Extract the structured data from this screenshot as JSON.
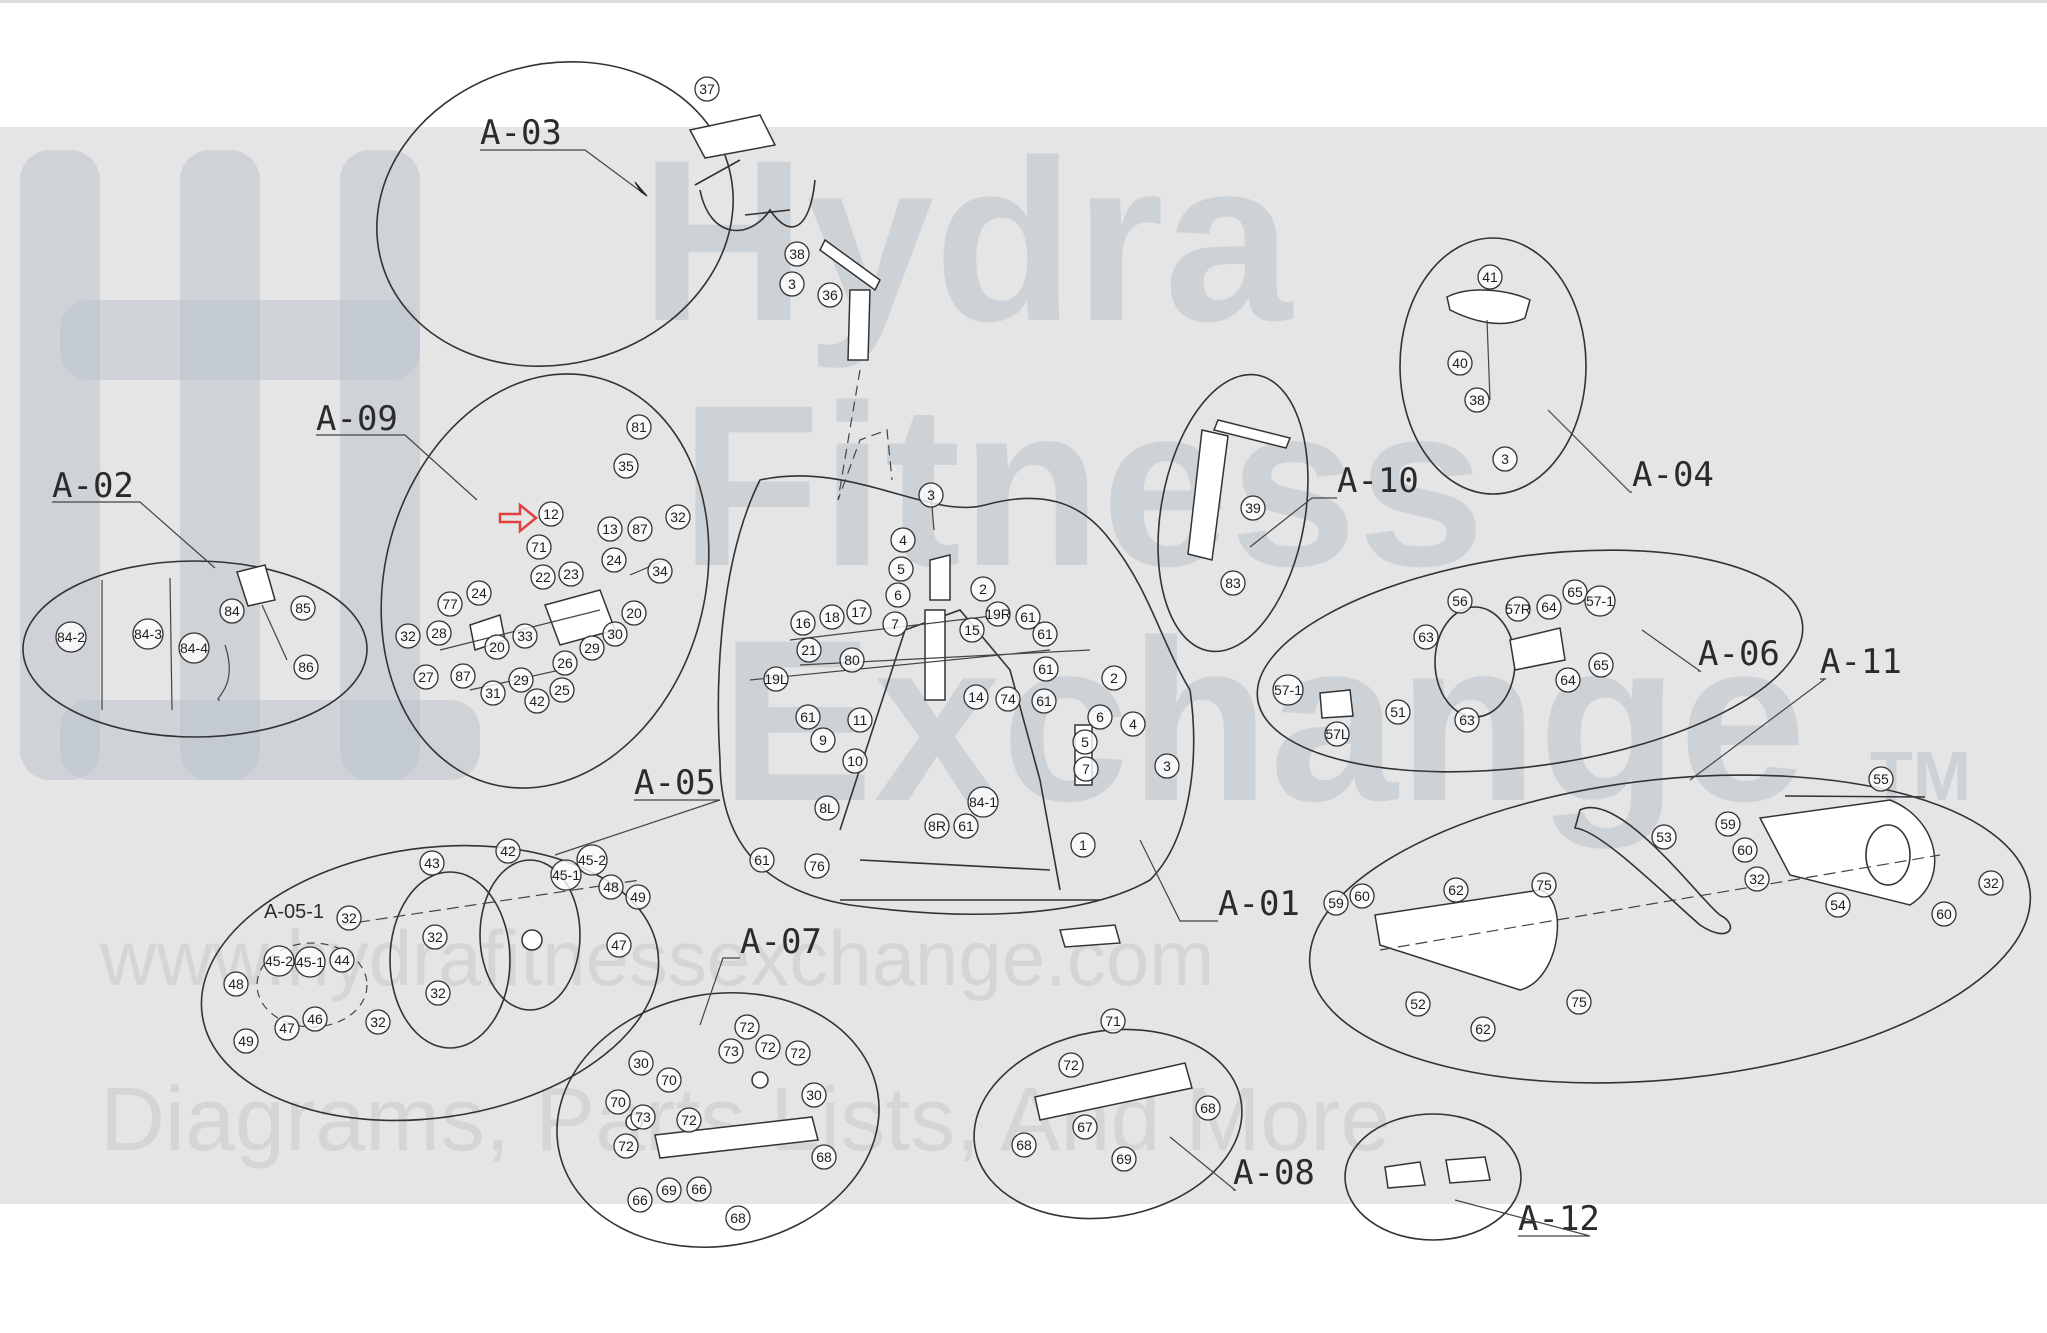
{
  "watermark": {
    "brand_lines": [
      "Hydra",
      "Fitness",
      "Exchange"
    ],
    "trademark": "TM",
    "url": "www.hydrafitnessexchange.com",
    "tagline": "Diagrams, Parts Lists, And More"
  },
  "groups": {
    "a01": "A-01",
    "a02": "A-02",
    "a03": "A-03",
    "a04": "A-04",
    "a05": "A-05",
    "a05_1": "A-05-1",
    "a06": "A-06",
    "a07": "A-07",
    "a08": "A-08",
    "a09": "A-09",
    "a10": "A-10",
    "a11": "A-11",
    "a12": "A-12"
  },
  "highlight": {
    "color": "#e04040",
    "part": "12"
  },
  "parts": {
    "a02": [
      "84-2",
      "84-3",
      "84-4",
      "84",
      "85",
      "86"
    ],
    "a03": [
      "37",
      "38",
      "3",
      "36"
    ],
    "a04": [
      "41",
      "40",
      "38",
      "3"
    ],
    "a05": [
      "43",
      "42",
      "45-1",
      "45-2",
      "48",
      "49",
      "47",
      "32",
      "32",
      "32",
      "32",
      "44",
      "45-1",
      "45-2",
      "48",
      "49",
      "47",
      "46"
    ],
    "a06": [
      "56",
      "57R",
      "64",
      "65",
      "57-1",
      "63",
      "64",
      "65",
      "57-1",
      "57L",
      "51",
      "63"
    ],
    "a07": [
      "72",
      "30",
      "70",
      "73",
      "72",
      "72",
      "30",
      "70",
      "73",
      "72",
      "72",
      "66",
      "68",
      "66",
      "68",
      "69"
    ],
    "a08": [
      "71",
      "72",
      "68",
      "67",
      "68",
      "69"
    ],
    "a09": [
      "81",
      "35",
      "32",
      "87",
      "12",
      "13",
      "71",
      "24",
      "34",
      "22",
      "23",
      "77",
      "24",
      "20",
      "32",
      "28",
      "20",
      "33",
      "29",
      "30",
      "27",
      "87",
      "26",
      "31",
      "29",
      "42",
      "25"
    ],
    "a10": [
      "39",
      "83"
    ],
    "a11": [
      "55",
      "53",
      "59",
      "60",
      "32",
      "32",
      "54",
      "60",
      "59",
      "60",
      "62",
      "75",
      "52",
      "75",
      "62"
    ],
    "a01": [
      "3",
      "4",
      "5",
      "6",
      "2",
      "7",
      "15",
      "19R",
      "61",
      "61",
      "16",
      "18",
      "17",
      "21",
      "80",
      "61",
      "19L",
      "61",
      "11",
      "14",
      "74",
      "61",
      "2",
      "9",
      "10",
      "6",
      "4",
      "5",
      "7",
      "3",
      "8L",
      "84-1",
      "8R",
      "61",
      "61",
      "76",
      "1"
    ]
  }
}
